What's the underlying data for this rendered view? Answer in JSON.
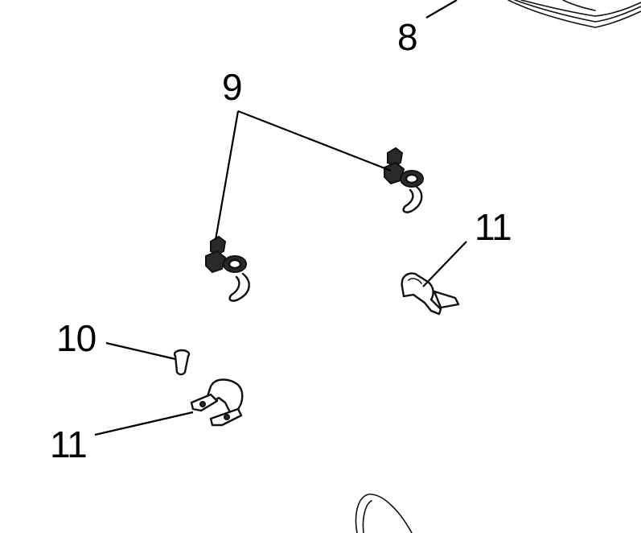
{
  "callouts": [
    {
      "id": "c8",
      "label": "8"
    },
    {
      "id": "c9",
      "label": "9"
    },
    {
      "id": "c10",
      "label": "10"
    },
    {
      "id": "c11a",
      "label": "11"
    },
    {
      "id": "c11b",
      "label": "11"
    }
  ]
}
